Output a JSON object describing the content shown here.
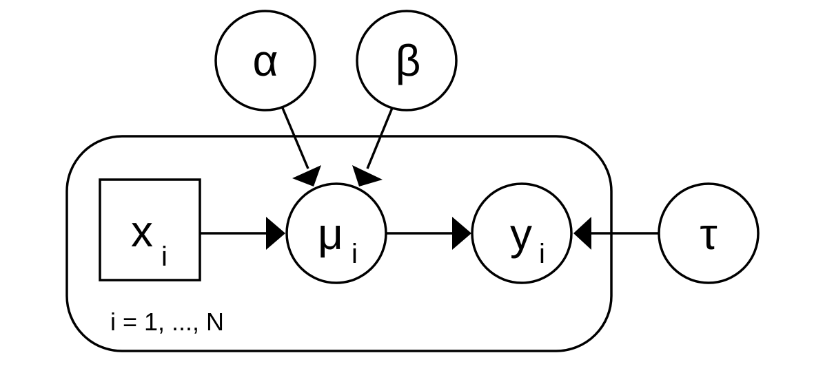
{
  "diagram": {
    "type": "graphical-model-plate-notation",
    "nodes": [
      {
        "id": "alpha",
        "label": "α",
        "subscript": "",
        "shape": "circle",
        "in_plate": false
      },
      {
        "id": "beta",
        "label": "β",
        "subscript": "",
        "shape": "circle",
        "in_plate": false
      },
      {
        "id": "x",
        "label": "x",
        "subscript": "i",
        "shape": "square",
        "in_plate": true
      },
      {
        "id": "mu",
        "label": "μ",
        "subscript": "i",
        "shape": "circle",
        "in_plate": true
      },
      {
        "id": "y",
        "label": "y",
        "subscript": "i",
        "shape": "circle",
        "in_plate": true
      },
      {
        "id": "tau",
        "label": "τ",
        "subscript": "",
        "shape": "circle",
        "in_plate": false
      }
    ],
    "edges": [
      {
        "from": "alpha",
        "to": "mu"
      },
      {
        "from": "beta",
        "to": "mu"
      },
      {
        "from": "x",
        "to": "mu"
      },
      {
        "from": "mu",
        "to": "y"
      },
      {
        "from": "tau",
        "to": "y"
      }
    ],
    "plate": {
      "label": "i = 1, ..., N",
      "contains": [
        "x",
        "mu",
        "y"
      ]
    },
    "colors": {
      "stroke": "#000000",
      "background": "#ffffff"
    }
  }
}
